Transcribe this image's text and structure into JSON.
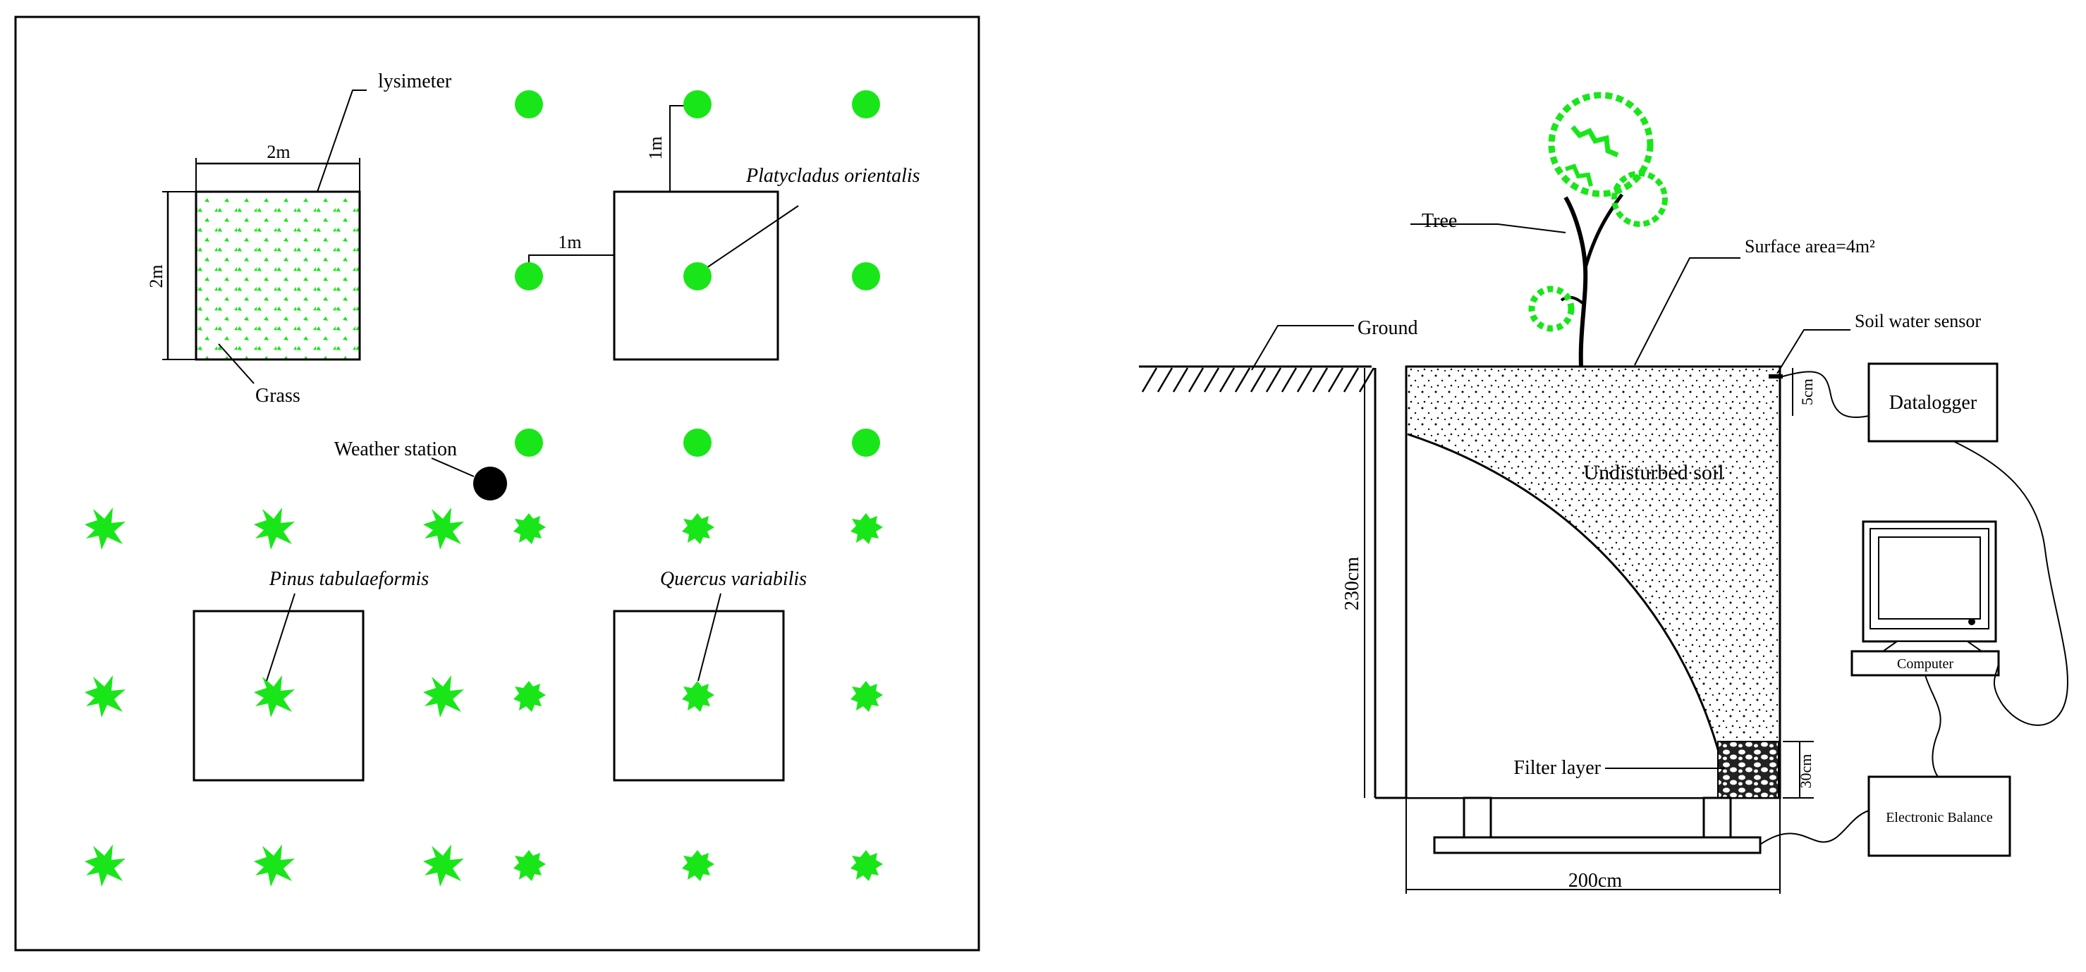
{
  "colors": {
    "plant_green": "#19e619",
    "line": "#000000",
    "filter_dark": "#222222",
    "background": "#ffffff"
  },
  "plan": {
    "lysimeter_label": "lysimeter",
    "dim_width": "2m",
    "dim_height": "2m",
    "grass_label": "Grass",
    "spacing_vertical": "1m",
    "spacing_horizontal": "1m",
    "platycladus_label": "Platycladus orientalis",
    "weather_station_label": "Weather station",
    "pinus_label": "Pinus tabulaeformis",
    "quercus_label": "Quercus variabilis"
  },
  "section": {
    "tree_label": "Tree",
    "surface_area_label": "Surface area=4m²",
    "ground_label": "Ground",
    "soil_sensor_label": "Soil water sensor",
    "sensor_depth": "5cm",
    "datalogger_label": "Datalogger",
    "undisturbed_soil_label": "Undisturbed soil",
    "depth_label": "230cm",
    "computer_label": "Computer",
    "filter_label": "Filter layer",
    "filter_depth": "30cm",
    "balance_label": "Electronic Balance",
    "width_label": "200cm"
  },
  "icons": {
    "round_plant": "platycladus-icon",
    "leafy_plant": "pine-icon",
    "bushy_plant": "quercus-icon",
    "weather_station": "weather-station-icon",
    "computer": "computer-icon"
  }
}
